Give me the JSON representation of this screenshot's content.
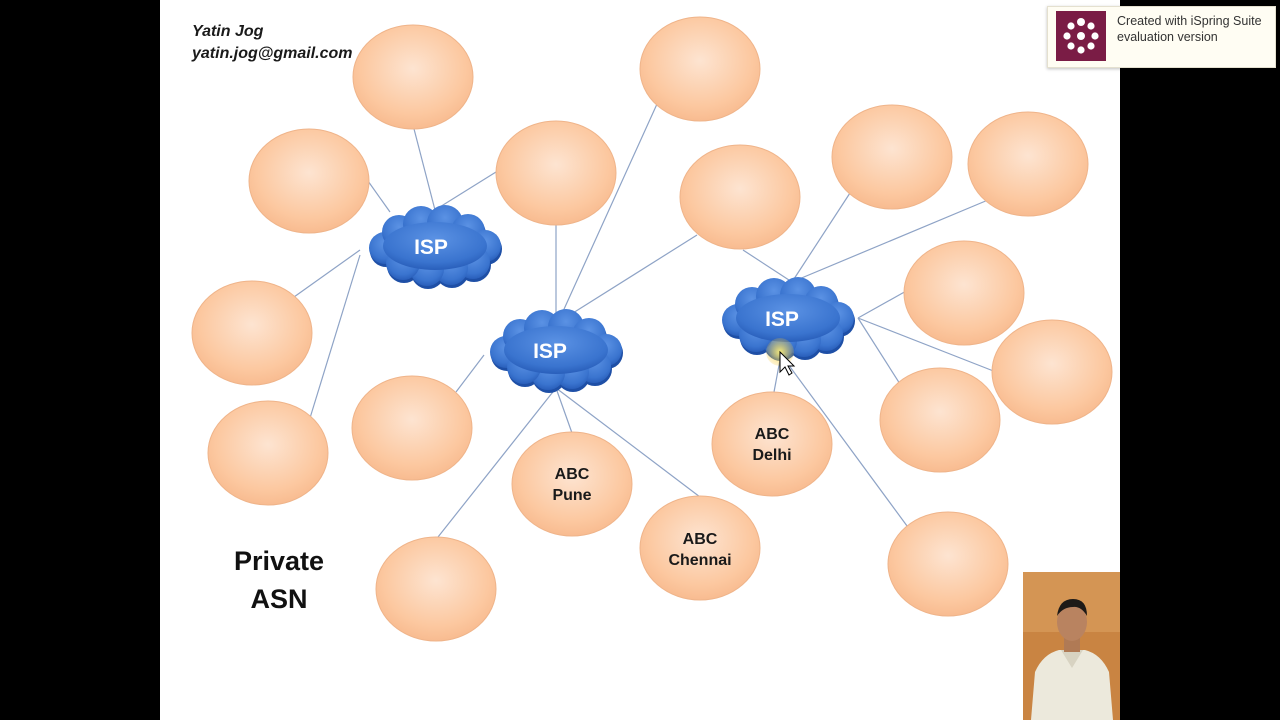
{
  "author": {
    "name": "Yatin Jog",
    "email": "yatin.jog@gmail.com"
  },
  "caption": {
    "line1": "Private",
    "line2": "ASN"
  },
  "isp_label": "ISP",
  "nodes": {
    "pune_line1": "ABC",
    "pune_line2": "Pune",
    "chennai_line1": "ABC",
    "chennai_line2": "Chennai",
    "delhi_line1": "ABC",
    "delhi_line2": "Delhi"
  },
  "watermark": {
    "text": "Created with iSpring Suite evaluation version"
  },
  "colors": {
    "node_fill": "#fbc39a",
    "node_stroke": "#efb48a",
    "cloud_fill": "#3a74cf",
    "cloud_dark": "#1e4fa6",
    "connector": "#8ea3c6",
    "slide_bg": "#ffffff",
    "frame_bg": "#000000",
    "ispring_brand": "#7a1c45"
  }
}
